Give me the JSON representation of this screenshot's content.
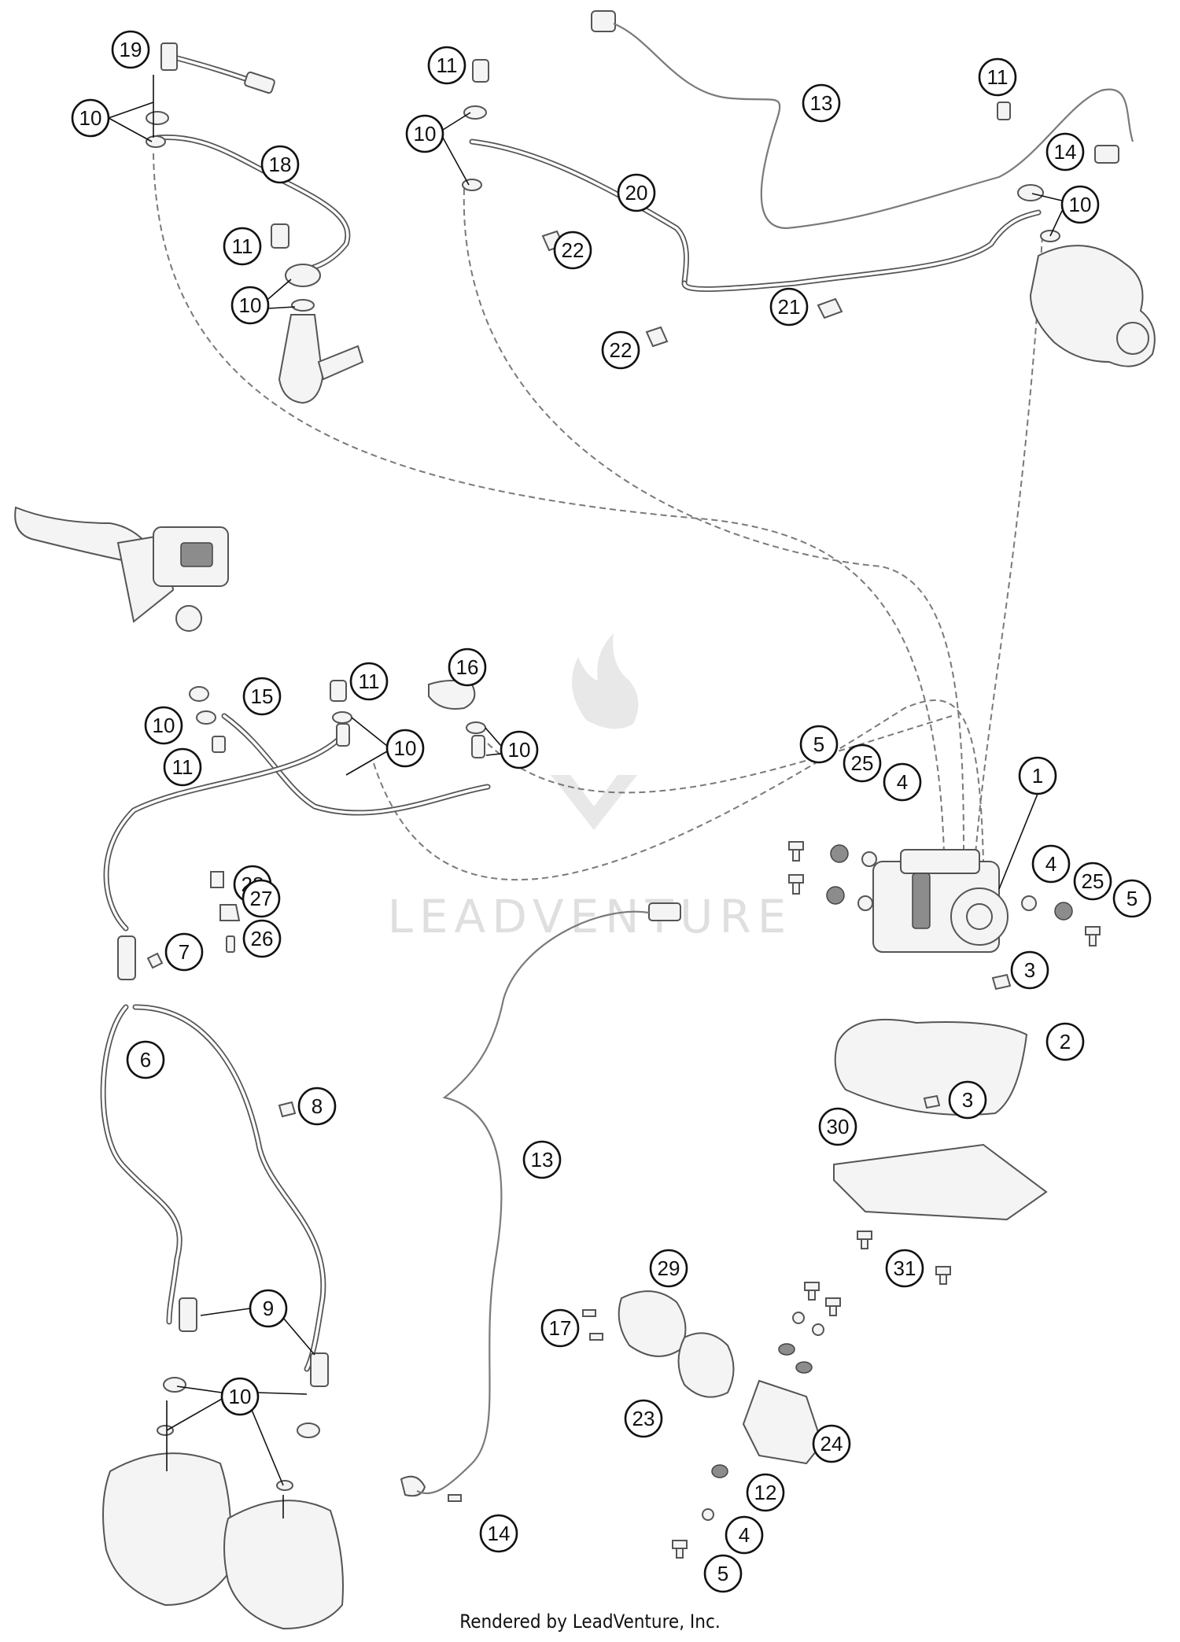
{
  "watermark": "LEADVENTURE",
  "footer": "Rendered by LeadVenture, Inc.",
  "callouts": [
    {
      "id": "c19a",
      "label": "19"
    },
    {
      "id": "c10a",
      "label": "10"
    },
    {
      "id": "c18",
      "label": "18"
    },
    {
      "id": "c11a",
      "label": "11"
    },
    {
      "id": "c10b",
      "label": "10"
    },
    {
      "id": "c11b",
      "label": "11"
    },
    {
      "id": "c10c",
      "label": "10"
    },
    {
      "id": "c13a",
      "label": "13"
    },
    {
      "id": "c20",
      "label": "20"
    },
    {
      "id": "c22a",
      "label": "22"
    },
    {
      "id": "c22b",
      "label": "22"
    },
    {
      "id": "c21",
      "label": "21"
    },
    {
      "id": "c11c",
      "label": "11"
    },
    {
      "id": "c14a",
      "label": "14"
    },
    {
      "id": "c10d",
      "label": "10"
    },
    {
      "id": "c15",
      "label": "15"
    },
    {
      "id": "c10e",
      "label": "10"
    },
    {
      "id": "c11d",
      "label": "11"
    },
    {
      "id": "c11e",
      "label": "11"
    },
    {
      "id": "c10f",
      "label": "10"
    },
    {
      "id": "c16",
      "label": "16"
    },
    {
      "id": "c10g",
      "label": "10"
    },
    {
      "id": "c5a",
      "label": "5"
    },
    {
      "id": "c25a",
      "label": "25"
    },
    {
      "id": "c4a",
      "label": "4"
    },
    {
      "id": "c1",
      "label": "1"
    },
    {
      "id": "c4b",
      "label": "4"
    },
    {
      "id": "c25b",
      "label": "25"
    },
    {
      "id": "c5b",
      "label": "5"
    },
    {
      "id": "c28",
      "label": "28"
    },
    {
      "id": "c27",
      "label": "27"
    },
    {
      "id": "c26",
      "label": "26"
    },
    {
      "id": "c7",
      "label": "7"
    },
    {
      "id": "c3a",
      "label": "3"
    },
    {
      "id": "c2",
      "label": "2"
    },
    {
      "id": "c6",
      "label": "6"
    },
    {
      "id": "c8",
      "label": "8"
    },
    {
      "id": "c3b",
      "label": "3"
    },
    {
      "id": "c13b",
      "label": "13"
    },
    {
      "id": "c30",
      "label": "30"
    },
    {
      "id": "c31",
      "label": "31"
    },
    {
      "id": "c9",
      "label": "9"
    },
    {
      "id": "c29",
      "label": "29"
    },
    {
      "id": "c17",
      "label": "17"
    },
    {
      "id": "c10h",
      "label": "10"
    },
    {
      "id": "c23",
      "label": "23"
    },
    {
      "id": "c24",
      "label": "24"
    },
    {
      "id": "c12",
      "label": "12"
    },
    {
      "id": "c4c",
      "label": "4"
    },
    {
      "id": "c14b",
      "label": "14"
    },
    {
      "id": "c5c",
      "label": "5"
    }
  ]
}
